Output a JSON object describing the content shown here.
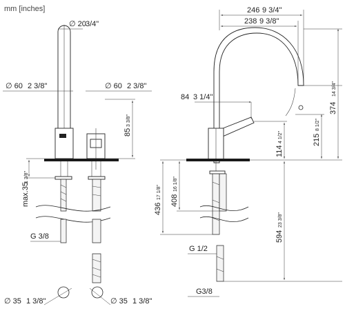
{
  "units_label": "mm [inches]",
  "colors": {
    "line": "#222222",
    "plate": "#1a1a1a",
    "background": "#ffffff"
  },
  "front_view": {
    "spout_diameter": {
      "mm": "∅ 20",
      "inch": "3/4\""
    },
    "body_diameter_left": {
      "mm": "∅ 60",
      "inch": "2 3/8\""
    },
    "body_diameter_right": {
      "mm": "∅ 60",
      "inch": "2 3/8\""
    },
    "handle_height": {
      "mm": "85",
      "inch": "3 3/8\""
    },
    "max_thickness": {
      "mm": "max.35",
      "inch": "1 3/8\""
    },
    "connection_left": "G 3/8",
    "hole_left": {
      "mm": "∅ 35",
      "inch": "1 3/8\""
    },
    "hole_right": {
      "mm": "∅ 35",
      "inch": "1 3/8\""
    }
  },
  "side_view": {
    "projection_outer": {
      "mm": "246",
      "inch": "9 3/4\""
    },
    "projection_inner": {
      "mm": "238",
      "inch": "9 3/8\""
    },
    "lever_offset": {
      "mm": "84",
      "inch": "3 1/4\""
    },
    "outlet_height": {
      "mm": "215",
      "inch": "8 1/2\""
    },
    "total_height": {
      "mm": "374",
      "inch": "14 3/4\""
    },
    "lever_height": {
      "mm": "114",
      "inch": "4 1/2\""
    },
    "hose_length_1": {
      "mm": "436",
      "inch": "17 1/8\""
    },
    "hose_length_2": {
      "mm": "408",
      "inch": "16 1/8\""
    },
    "hose_length_3": {
      "mm": "594",
      "inch": "23 3/8\""
    },
    "connection_1": "G 1/2",
    "connection_2": "G3/8"
  }
}
